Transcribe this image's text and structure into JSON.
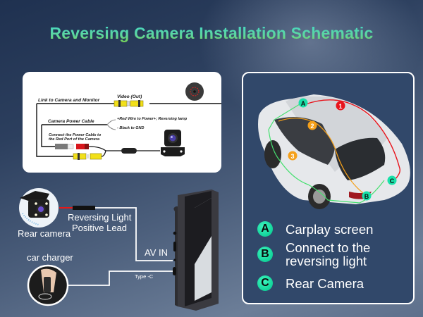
{
  "page": {
    "title": "Reversing Camera Installation Schematic"
  },
  "wiring_diagram": {
    "link_label": "Link to Camera and Monitor",
    "video_label": "Video (Out)",
    "power_cable_label": "Camera Power Cable",
    "red_wire_note": "+Red Wire to Power+; Reversing lamp",
    "black_wire_note": "- Black to GND",
    "connect_note_line1": "Connect the Power Cable to",
    "connect_note_line2": "the Red Port of the Camera"
  },
  "connection_diagram": {
    "rear_camera_label": "Rear camera",
    "reversing_lead_line1": "Reversing Light",
    "reversing_lead_line2": "Positive Lead",
    "car_charger_label": "car charger",
    "av_in_label": "AV IN",
    "type_c_label": "Type -C"
  },
  "car_routing": {
    "markers": [
      {
        "id": "A",
        "color": "#19e0a8"
      },
      {
        "id": "B",
        "color": "#19e0a8"
      },
      {
        "id": "C",
        "color": "#19e0a8"
      },
      {
        "id": "1",
        "color": "#e8141c"
      },
      {
        "id": "2",
        "color": "#f5a01a"
      },
      {
        "id": "3",
        "color": "#f5a01a"
      }
    ],
    "route_colors": {
      "red": "#e8141c",
      "orange": "#f5a01a",
      "green": "#46e070"
    }
  },
  "legend": {
    "items": [
      {
        "badge": "A",
        "text_line1": "Carplay screen",
        "text_line2": ""
      },
      {
        "badge": "B",
        "text_line1": "Connect to the",
        "text_line2": "reversing light"
      },
      {
        "badge": "C",
        "text_line1": "Rear Camera",
        "text_line2": ""
      }
    ]
  },
  "colors": {
    "title_gradient_top": "#43d8c8",
    "title_gradient_bottom": "#7ad44e",
    "card_bg": "#31486a",
    "legend_badge": "#12d49a"
  }
}
